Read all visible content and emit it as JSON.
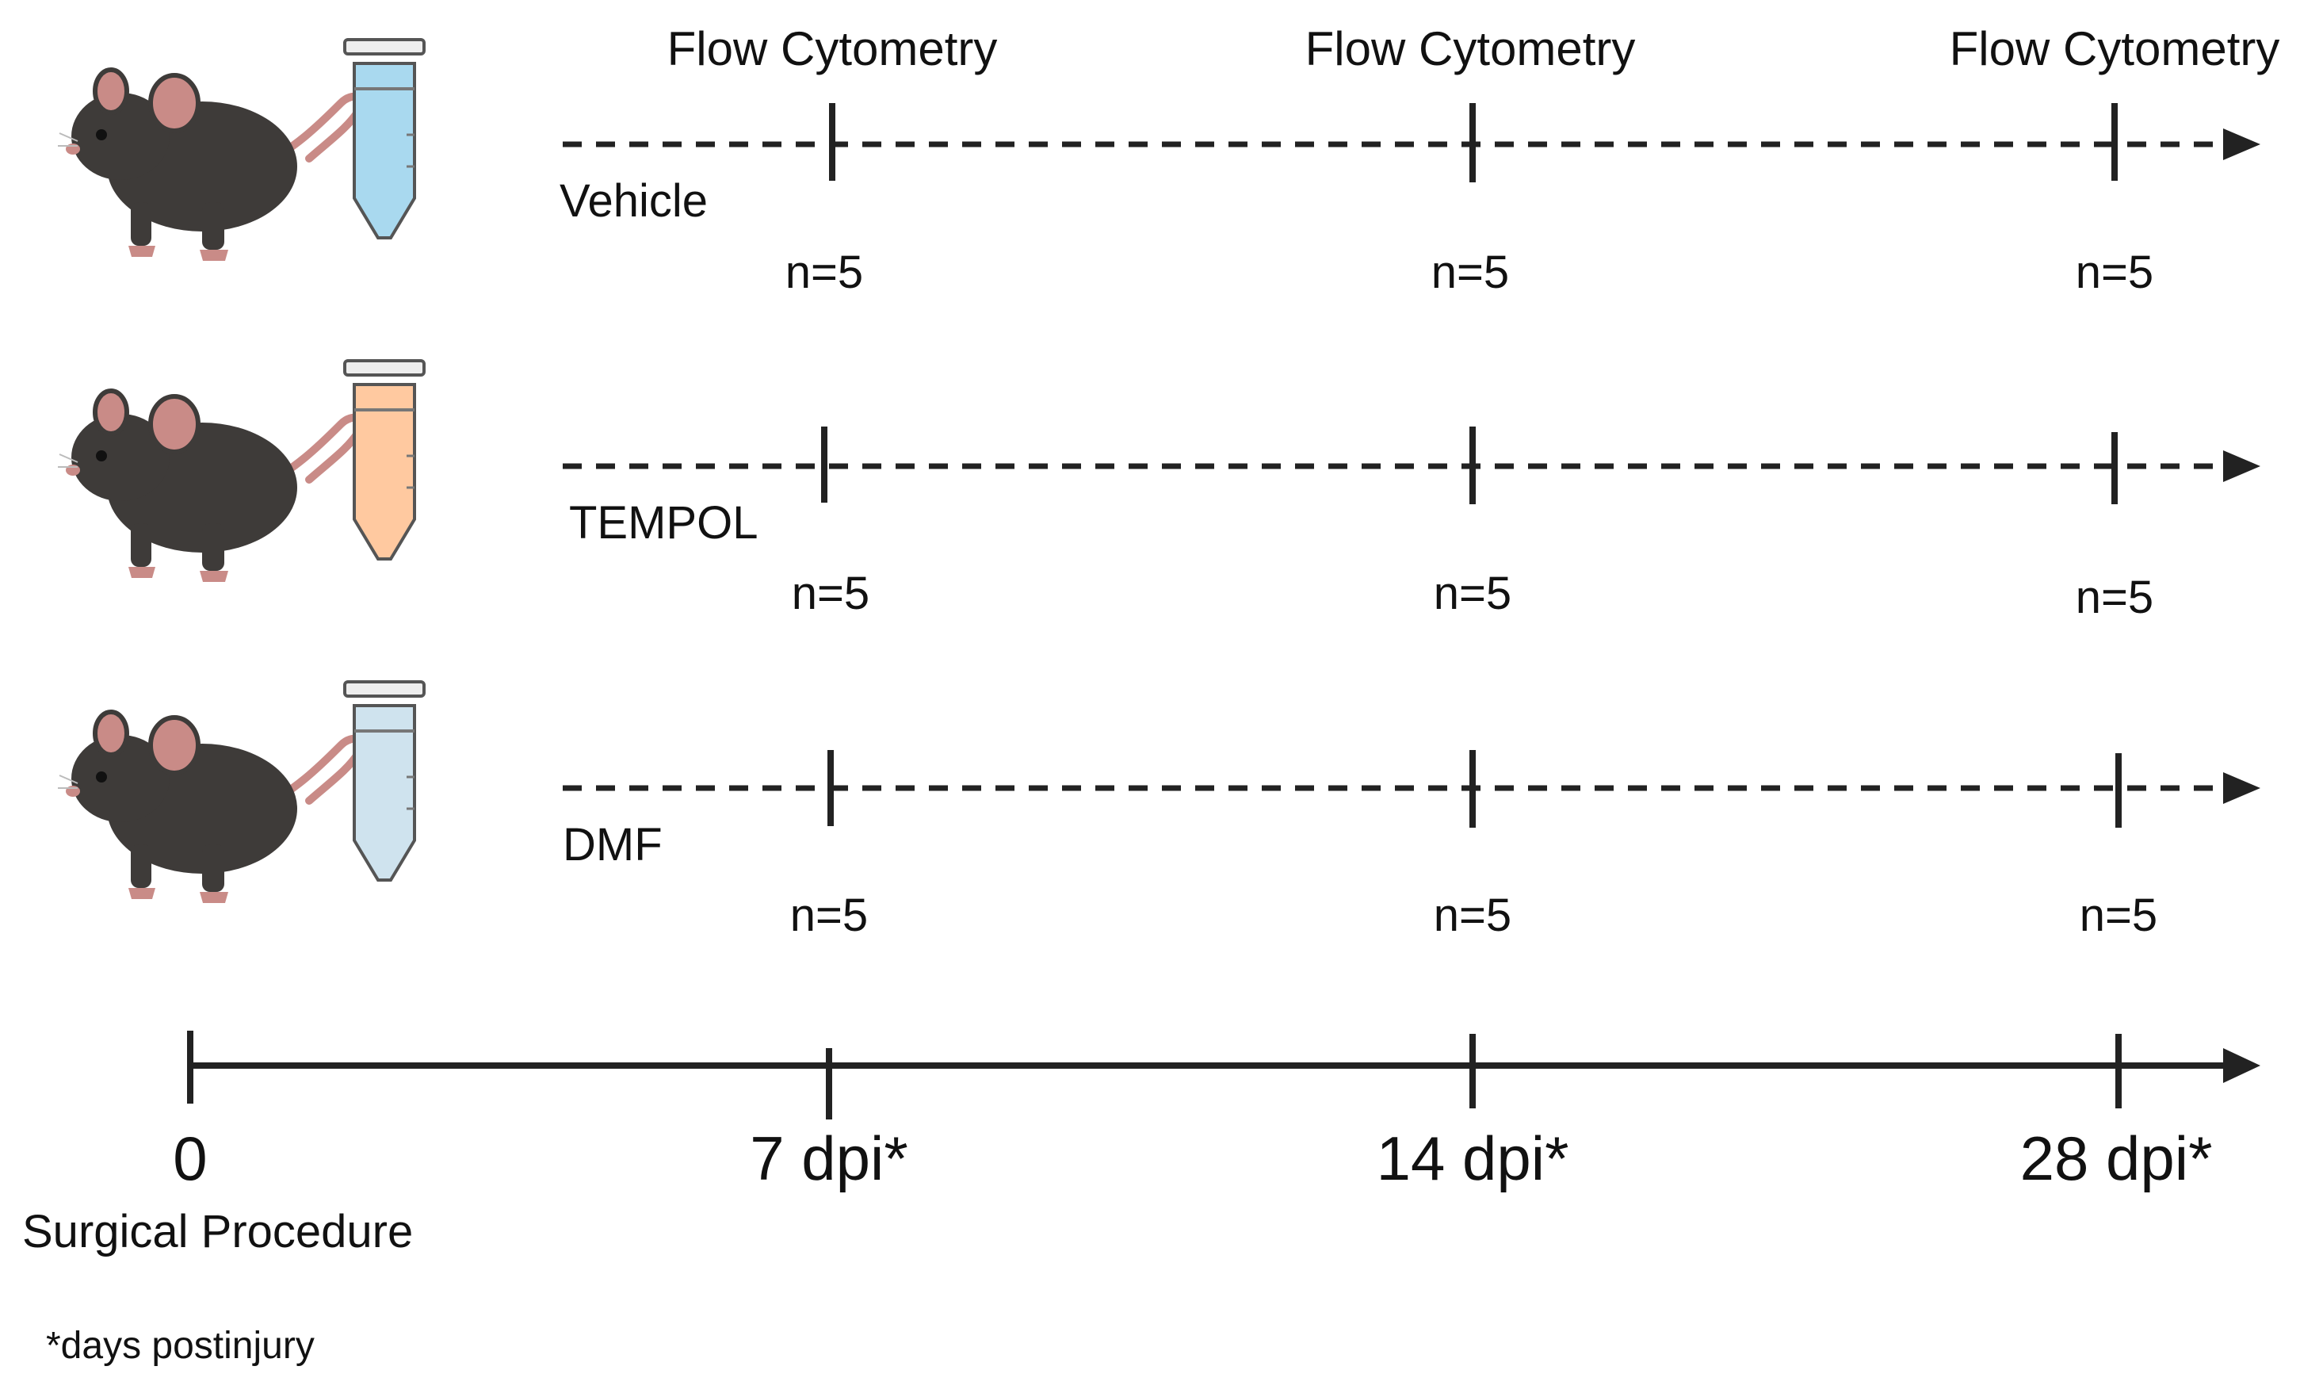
{
  "flow_labels": [
    "Flow Cytometry",
    "Flow Cytometry",
    "Flow Cytometry"
  ],
  "groups": [
    {
      "label": "Vehicle",
      "tube_color": "#a9d9ef",
      "n_labels": [
        "n=5",
        "n=5",
        "n=5"
      ]
    },
    {
      "label": "TEMPOL",
      "tube_color": "#ffc9a0",
      "n_labels": [
        "n=5",
        "n=5",
        "n=5"
      ]
    },
    {
      "label": "DMF",
      "tube_color": "#cfe3ee",
      "n_labels": [
        "n=5",
        "n=5",
        "n=5"
      ]
    }
  ],
  "timeline": {
    "ticks": [
      "0",
      "7 dpi*",
      "14 dpi*",
      "28 dpi*"
    ],
    "start_label": "Surgical Procedure",
    "footnote": "*days postinjury"
  },
  "colors": {
    "line": "#222222",
    "mouse_body": "#3e3b39",
    "mouse_pink": "#c98b87"
  },
  "icons": [
    "mouse-icon",
    "tube-icon"
  ]
}
